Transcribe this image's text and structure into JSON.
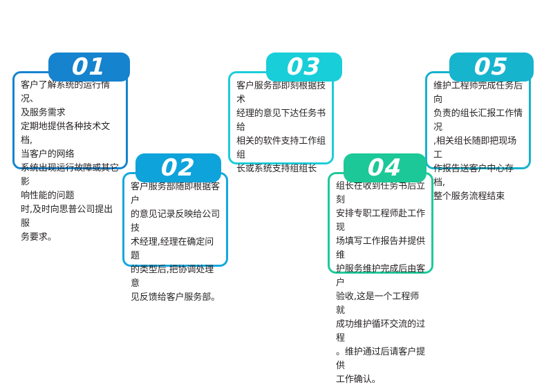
{
  "graphic": {
    "type": "process-flow-steps",
    "background_color": "#ffffff",
    "steps": [
      {
        "number": "01",
        "badge_color": "#1583ce",
        "border_color": "#1583ce",
        "body": "客户了解系统的运行情况、\n及服务需求\n定期地提供各种技术文档,\n当客户的网络\n系统出现运行故障或其它影\n响性能的问题\n时,及时向思普公司提出服\n务要求。"
      },
      {
        "number": "02",
        "badge_color": "#0ea3db",
        "border_color": "#12a8e0",
        "body": "客户服务部随即根据客户\n的意见记录反映给公司技\n术经理,经理在确定问题\n的类型后,把协调处理意\n见反馈给客户服务部。"
      },
      {
        "number": "03",
        "badge_color": "#18ced8",
        "border_color": "#1acdda",
        "body": "客户服务部即刻根据技术\n经理的意见下达任务书给\n相关的软件支持工作组组\n长或系统支持组组长"
      },
      {
        "number": "04",
        "badge_color": "#1cc898",
        "border_color": "#1dc99a",
        "body": "组长在收到任务书后立刻\n安排专职工程师赴工作现\n场填写工作报告并提供维\n护服务维护完成后由客户\n验收,这是一个工程师就\n成功维护循环交流的过程\n。维护通过后请客户提供\n工作确认。"
      },
      {
        "number": "05",
        "badge_color": "#17b4cd",
        "border_color": "#15b2cb",
        "body": "维护工程师完成任务后向\n负责的组长汇报工作情况\n,相关组长随即把现场工\n作报告送客户中心存档,\n整个服务流程结束"
      }
    ]
  }
}
